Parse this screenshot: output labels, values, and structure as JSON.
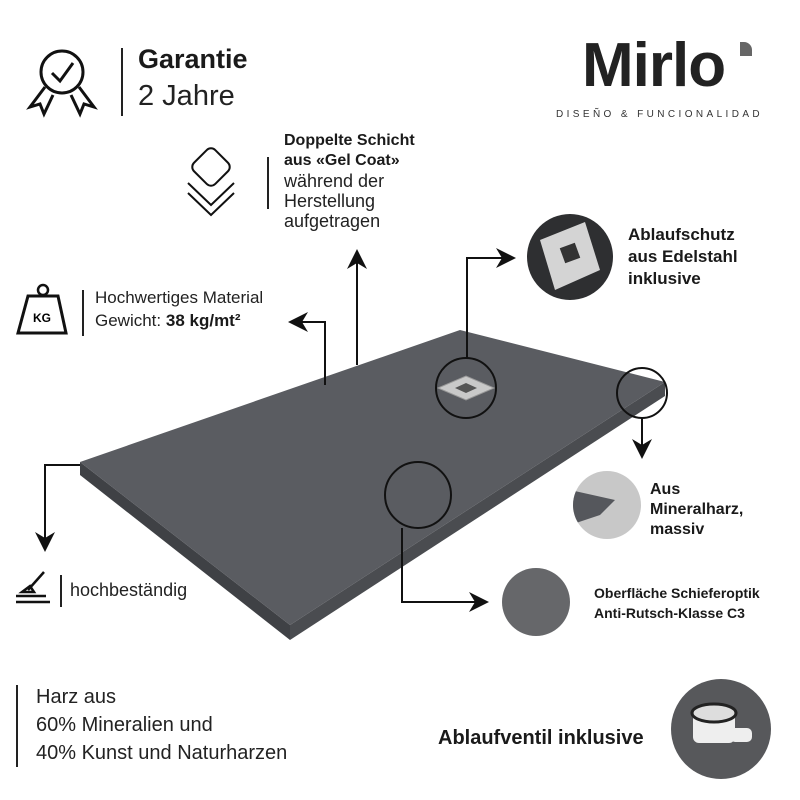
{
  "brand": {
    "name": "Mirlo",
    "tagline": "DISEÑO & FUNCIONALIDAD"
  },
  "warranty": {
    "title": "Garantie",
    "value": "2 Jahre",
    "icon": "award-check-icon"
  },
  "gelcoat": {
    "title_1": "Doppelte Schicht",
    "title_2": "aus «Gel Coat»",
    "line_1": "während der",
    "line_2": "Herstellung",
    "line_3": "aufgetragen",
    "icon": "layers-icon"
  },
  "material": {
    "line_1": "Hochwertiges Material",
    "weight_label": "Gewicht:",
    "weight_value": "38 kg/mt²",
    "icon": "kg-weight-icon",
    "icon_text": "KG"
  },
  "drain_cover": {
    "line_1": "Ablaufschutz",
    "line_2": "aus Edelstahl",
    "line_3": "inklusive"
  },
  "mineral": {
    "line_1": "Aus",
    "line_2": "Mineralharz,",
    "line_3": "massiv"
  },
  "surface": {
    "line_1": "Oberfläche Schieferoptik",
    "line_2": "Anti-Rutsch-Klasse C3"
  },
  "durable": {
    "label": "hochbeständig",
    "icon": "scraper-icon"
  },
  "composition": {
    "line_1": "Harz aus",
    "line_2": "60% Mineralien und",
    "line_3": "40% Kunst und Naturharzen"
  },
  "valve": {
    "label": "Ablaufventil inklusive"
  },
  "colors": {
    "tray": "#55575c",
    "tray_side": "#45474b",
    "text": "#1a1a1a"
  }
}
